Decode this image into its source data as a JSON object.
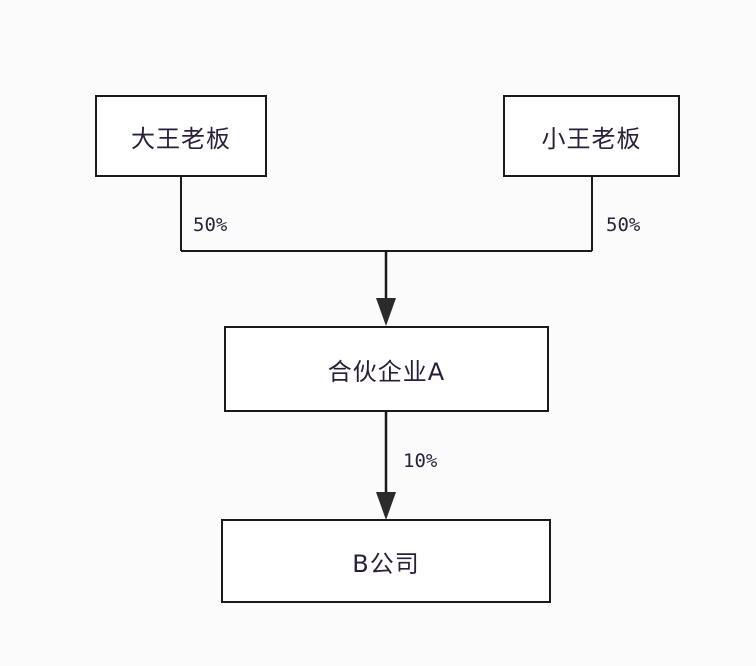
{
  "nodes": {
    "big_boss": "大王老板",
    "small_boss": "小王老板",
    "partnership": "合伙企业A",
    "company_b": "B公司"
  },
  "edges": {
    "big_boss_share": "50%",
    "small_boss_share": "50%",
    "partnership_share": "10%"
  },
  "colors": {
    "line": "#1a1a1a",
    "text": "#2a1f3a"
  }
}
